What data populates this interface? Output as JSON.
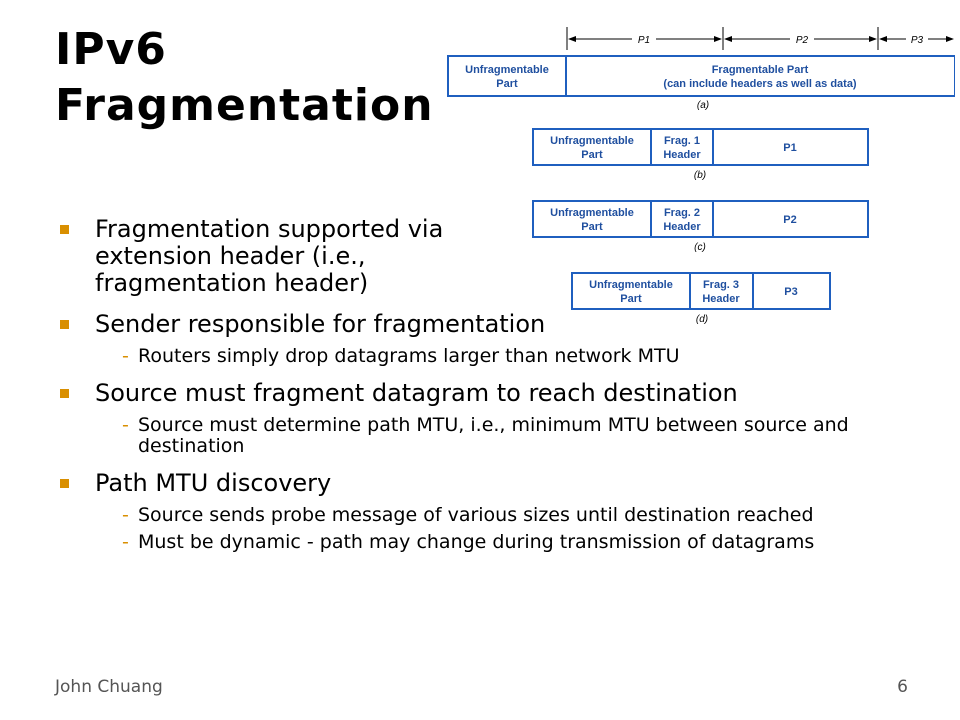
{
  "slide": {
    "title_line1": "IPv6",
    "title_line2": "Fragmentation",
    "footer_author": "John Chuang",
    "page_number": "6"
  },
  "diagram": {
    "p1": "P1",
    "p2": "P2",
    "p3": "P3",
    "row_a": {
      "unfrag_line1": "Unfragmentable",
      "unfrag_line2": "Part",
      "frag_line1": "Fragmentable Part",
      "frag_line2": "(can include headers as well as data)",
      "caption": "(a)"
    },
    "row_b": {
      "unfrag_line1": "Unfragmentable",
      "unfrag_line2": "Part",
      "hdr_line1": "Frag. 1",
      "hdr_line2": "Header",
      "payload": "P1",
      "caption": "(b)"
    },
    "row_c": {
      "unfrag_line1": "Unfragmentable",
      "unfrag_line2": "Part",
      "hdr_line1": "Frag. 2",
      "hdr_line2": "Header",
      "payload": "P2",
      "caption": "(c)"
    },
    "row_d": {
      "unfrag_line1": "Unfragmentable",
      "unfrag_line2": "Part",
      "hdr_line1": "Frag. 3",
      "hdr_line2": "Header",
      "payload": "P3",
      "caption": "(d)"
    },
    "colors": {
      "border": "#1f5fbf",
      "text": "#1f4f9f"
    }
  },
  "bullets": [
    {
      "text": "Fragmentation supported via extension header (i.e., fragmentation header)",
      "subs": []
    },
    {
      "text": "Sender responsible for fragmentation",
      "subs": [
        "Routers simply drop datagrams larger than network MTU"
      ]
    },
    {
      "text": "Source must fragment datagram to reach destination",
      "subs": [
        "Source must determine path MTU, i.e., minimum MTU between source and destination"
      ]
    },
    {
      "text": "Path MTU discovery",
      "subs": [
        "Source sends probe message of various sizes until destination reached",
        "Must be dynamic - path may change during transmission of datagrams"
      ]
    }
  ],
  "colors": {
    "bullet": "#d98f00"
  }
}
